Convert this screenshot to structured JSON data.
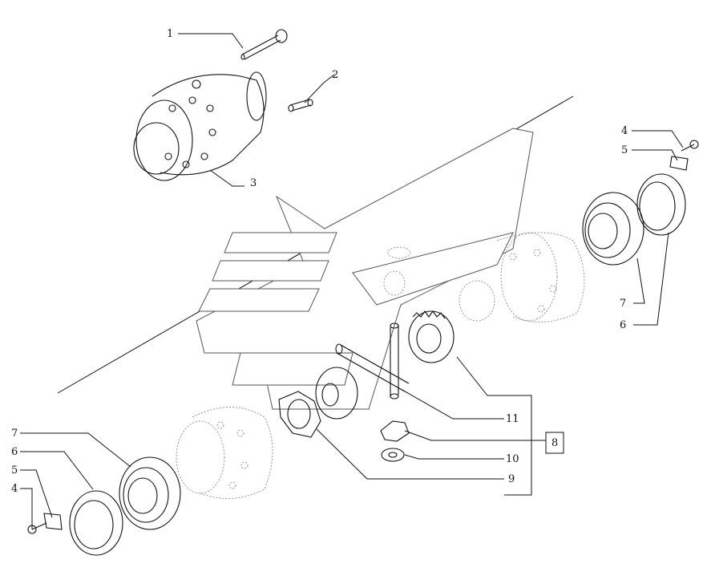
{
  "diagram": {
    "callouts": {
      "c1": "1",
      "c2": "2",
      "c3": "3",
      "c4_right": "4",
      "c5_right": "5",
      "c7_right": "7",
      "c6_right": "6",
      "c7_left": "7",
      "c6_left": "6",
      "c5_left": "5",
      "c4_left": "4",
      "c11": "11",
      "c8": "8",
      "c10": "10",
      "c9": "9"
    }
  }
}
